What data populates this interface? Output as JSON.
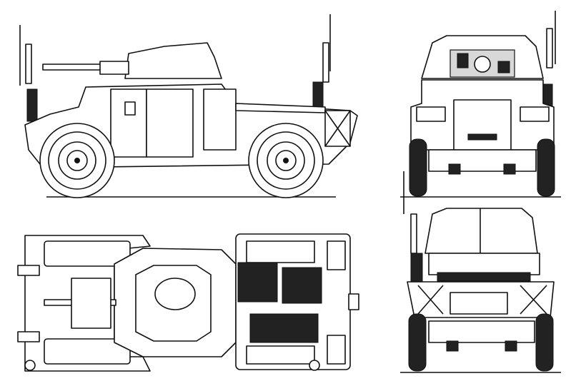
{
  "colors": {
    "line": "#111111",
    "background": "#ffffff",
    "shade": "#d8d8d8"
  },
  "views": [
    {
      "id": "side",
      "icon": "armored-car-side-view"
    },
    {
      "id": "front",
      "icon": "armored-car-front-view"
    },
    {
      "id": "top",
      "icon": "armored-car-top-view"
    },
    {
      "id": "rear",
      "icon": "armored-car-rear-view"
    }
  ]
}
